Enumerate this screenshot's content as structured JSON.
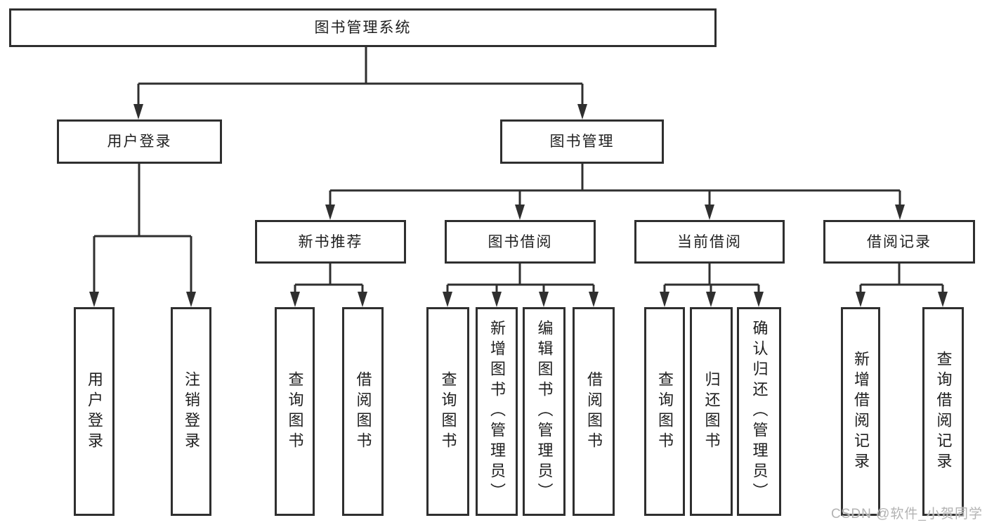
{
  "root": {
    "label": "图书管理系统"
  },
  "level2": {
    "user_login": {
      "label": "用户登录"
    },
    "book_management": {
      "label": "图书管理"
    }
  },
  "level3": {
    "new_book_recommendation": {
      "label": "新书推荐"
    },
    "book_borrowing": {
      "label": "图书借阅"
    },
    "current_borrowing": {
      "label": "当前借阅"
    },
    "borrowing_records": {
      "label": "借阅记录"
    }
  },
  "leaves": {
    "user_login": [
      "用户登录",
      "注销登录"
    ],
    "new_book_recommendation": [
      "查询图书",
      "借阅图书"
    ],
    "book_borrowing": [
      "查询图书",
      "新增图书（管理员）",
      "编辑图书（管理员）",
      "借阅图书"
    ],
    "current_borrowing": [
      "查询图书",
      "归还图书",
      "确认归还（管理员）"
    ],
    "borrowing_records": [
      "新增借阅记录",
      "查询借阅记录"
    ]
  },
  "watermark": "CSDN @软件_小贺同学",
  "colors": {
    "line": "#2f2f2f",
    "text": "#1f1f1f",
    "watermark": "#b3b3b3",
    "background": "#ffffff"
  }
}
